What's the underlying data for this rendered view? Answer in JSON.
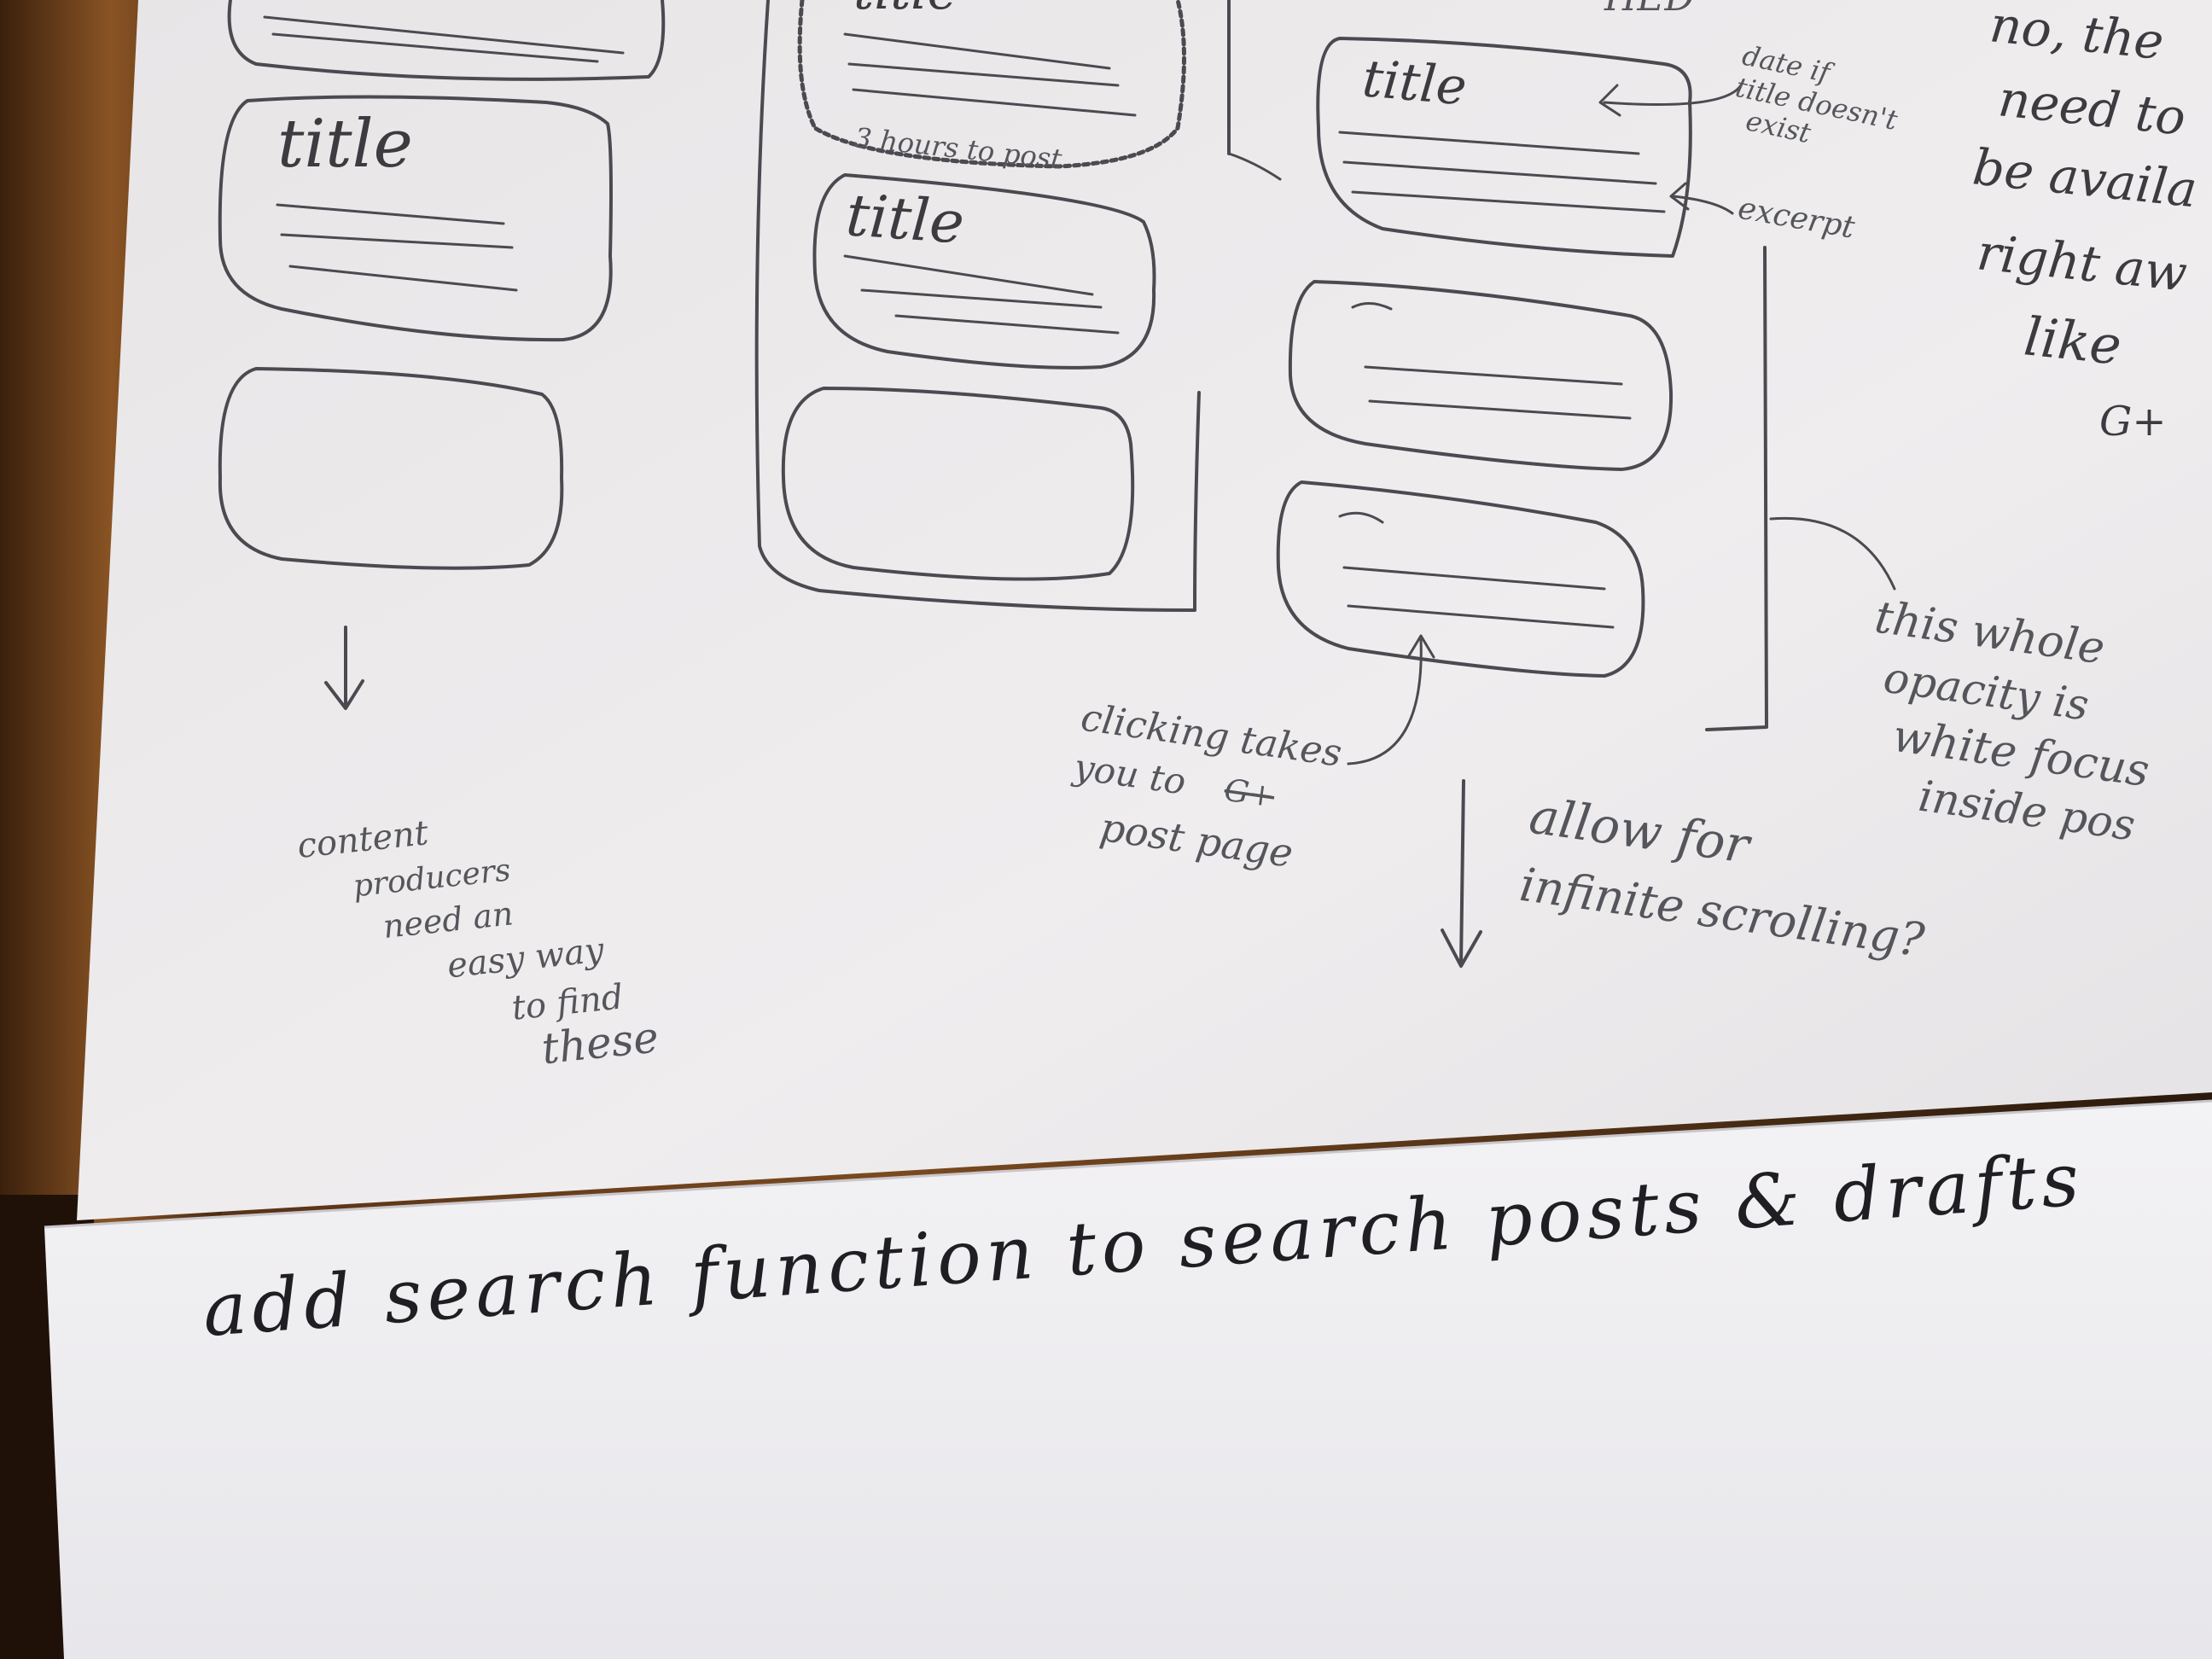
{
  "sketch_sheet": {
    "column_1": {
      "card_title": "title",
      "note": [
        "content",
        "producers",
        "need an",
        "easy way",
        "to find",
        "these"
      ]
    },
    "column_2": {
      "card_title_top": "title",
      "between_cards_note": "3 hours to post",
      "card_title": "title"
    },
    "column_3": {
      "header_fragment": "HED",
      "card_title": "title",
      "date_note": [
        "date if",
        "title doesn't",
        "exist"
      ],
      "excerpt_note": "excerpt",
      "clicking_note": [
        "clicking takes",
        "you to",
        "post page"
      ],
      "clicking_struck": "G+",
      "scroll_note": [
        "allow for",
        "infinite scrolling?"
      ]
    },
    "right_margin": {
      "top_note": [
        "no, the",
        "need to",
        "be availa",
        "right aw",
        "like",
        "G+"
      ],
      "bracket_note": [
        "this whole",
        "opacity is",
        "white focus",
        "inside pos"
      ]
    }
  },
  "bottom_sheet": {
    "note": "add search function to search posts & drafts"
  },
  "colors": {
    "paper": "#ece9ea",
    "paper_bottom": "#f1f0f2",
    "pencil": "#4a4a50",
    "pen": "#1f1e22",
    "background": "#6a3e1a"
  }
}
